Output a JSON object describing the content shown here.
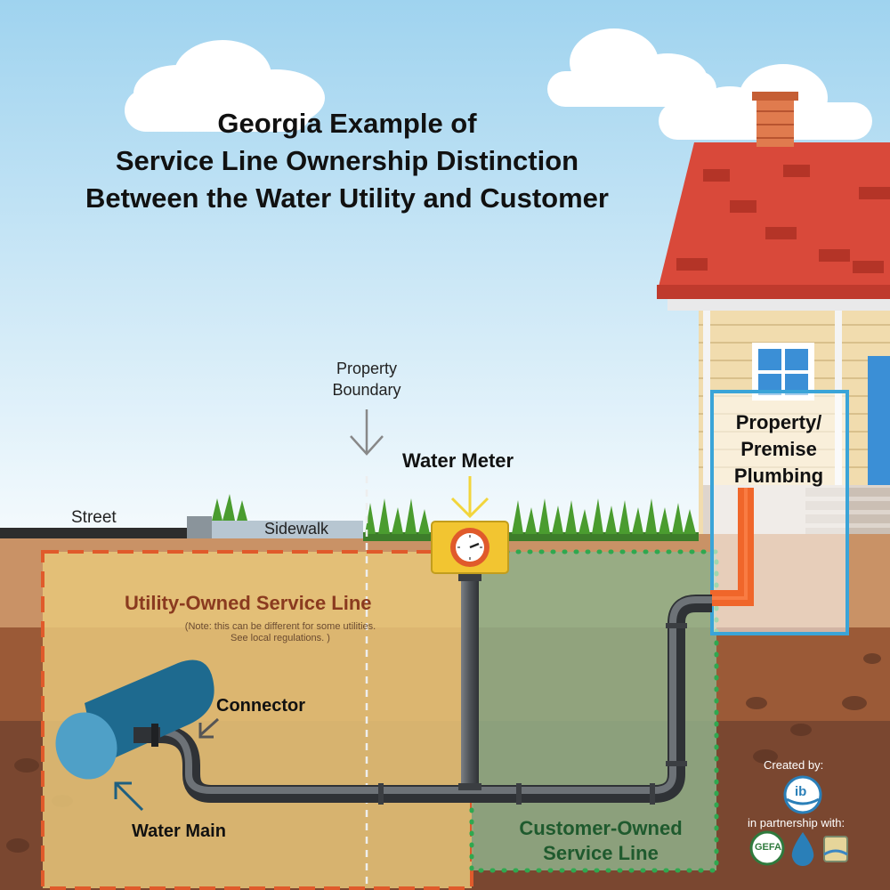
{
  "title": {
    "line1": "Georgia Example of",
    "line2": "Service Line Ownership Distinction",
    "line3": "Between the Water Utility and Customer"
  },
  "labels": {
    "street": "Street",
    "sidewalk": "Sidewalk",
    "property_boundary_1": "Property",
    "property_boundary_2": "Boundary",
    "water_meter": "Water Meter",
    "premise_plumbing_1": "Property/",
    "premise_plumbing_2": "Premise",
    "premise_plumbing_3": "Plumbing",
    "utility_owned": "Utility-Owned Service Line",
    "utility_note_1": "(Note: this can be different for some utilities.",
    "utility_note_2": "See local regulations. )",
    "connector": "Connector",
    "water_main": "Water Main",
    "customer_owned_1": "Customer-Owned",
    "customer_owned_2": "Service Line"
  },
  "credits": {
    "created_by": "Created by:",
    "in_partnership": "in partnership with:",
    "logo_ib": "ib",
    "logo_gefa": "GEFA"
  },
  "colors": {
    "sky": "#d4ecf7",
    "utility_zone": "#e8c77a",
    "utility_border": "#e05a2b",
    "customer_zone": "#8fb08a",
    "customer_border": "#2fa84f",
    "pipe": "#5a5e63",
    "water_main": "#1e6a8f",
    "meter_box": "#f2c531",
    "roof": "#d9493a",
    "plumbing": "#f0662a",
    "plumbing_box": "#3aa4d8"
  }
}
